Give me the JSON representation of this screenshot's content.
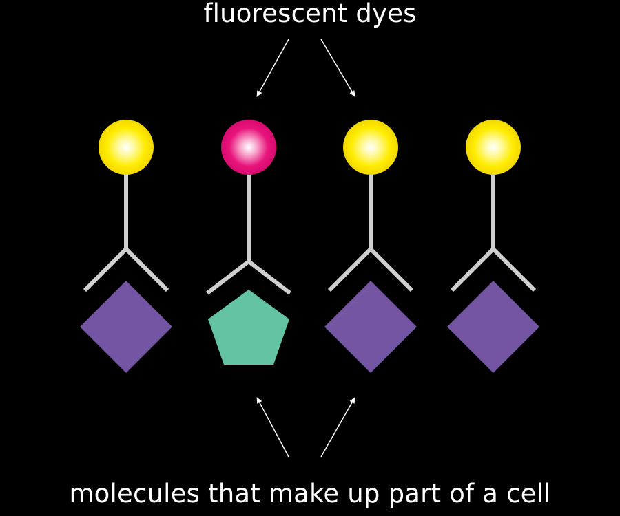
{
  "labels": {
    "top": "fluorescent dyes",
    "bottom": "molecules that make up part of a cell"
  },
  "colors": {
    "background": "#000000",
    "text": "#ffffff",
    "stem": "#cfcfcf",
    "arrow": "#ffffff",
    "dye_yellow": "#ffec00",
    "dye_magenta": "#e8147c",
    "diamond_purple": "#7455a3",
    "pentagon_green": "#63c3a3"
  },
  "probes": [
    {
      "dye": "yellow-dye",
      "target": "diamond"
    },
    {
      "dye": "magenta-dye",
      "target": "pentagon"
    },
    {
      "dye": "yellow-dye",
      "target": "diamond"
    },
    {
      "dye": "yellow-dye",
      "target": "diamond"
    }
  ]
}
